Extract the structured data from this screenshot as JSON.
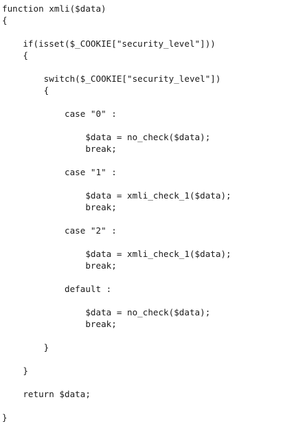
{
  "code": {
    "lines": [
      {
        "indent": 0,
        "text": "function xmli($data)"
      },
      {
        "indent": 0,
        "text": "{"
      },
      {
        "indent": 0,
        "text": ""
      },
      {
        "indent": 1,
        "text": "if(isset($_COOKIE[\"security_level\"]))"
      },
      {
        "indent": 1,
        "text": "{"
      },
      {
        "indent": 0,
        "text": ""
      },
      {
        "indent": 2,
        "text": "switch($_COOKIE[\"security_level\"])"
      },
      {
        "indent": 2,
        "text": "{"
      },
      {
        "indent": 0,
        "text": ""
      },
      {
        "indent": 3,
        "text": "case \"0\" :"
      },
      {
        "indent": 0,
        "text": ""
      },
      {
        "indent": 4,
        "text": "$data = no_check($data);"
      },
      {
        "indent": 4,
        "text": "break;"
      },
      {
        "indent": 0,
        "text": ""
      },
      {
        "indent": 3,
        "text": "case \"1\" :"
      },
      {
        "indent": 0,
        "text": ""
      },
      {
        "indent": 4,
        "text": "$data = xmli_check_1($data);"
      },
      {
        "indent": 4,
        "text": "break;"
      },
      {
        "indent": 0,
        "text": ""
      },
      {
        "indent": 3,
        "text": "case \"2\" :"
      },
      {
        "indent": 0,
        "text": ""
      },
      {
        "indent": 4,
        "text": "$data = xmli_check_1($data);"
      },
      {
        "indent": 4,
        "text": "break;"
      },
      {
        "indent": 0,
        "text": ""
      },
      {
        "indent": 3,
        "text": "default :"
      },
      {
        "indent": 0,
        "text": ""
      },
      {
        "indent": 4,
        "text": "$data = no_check($data);"
      },
      {
        "indent": 4,
        "text": "break;"
      },
      {
        "indent": 0,
        "text": ""
      },
      {
        "indent": 2,
        "text": "}"
      },
      {
        "indent": 0,
        "text": ""
      },
      {
        "indent": 1,
        "text": "}"
      },
      {
        "indent": 0,
        "text": ""
      },
      {
        "indent": 1,
        "text": "return $data;"
      },
      {
        "indent": 0,
        "text": ""
      },
      {
        "indent": 0,
        "text": "}"
      }
    ]
  }
}
